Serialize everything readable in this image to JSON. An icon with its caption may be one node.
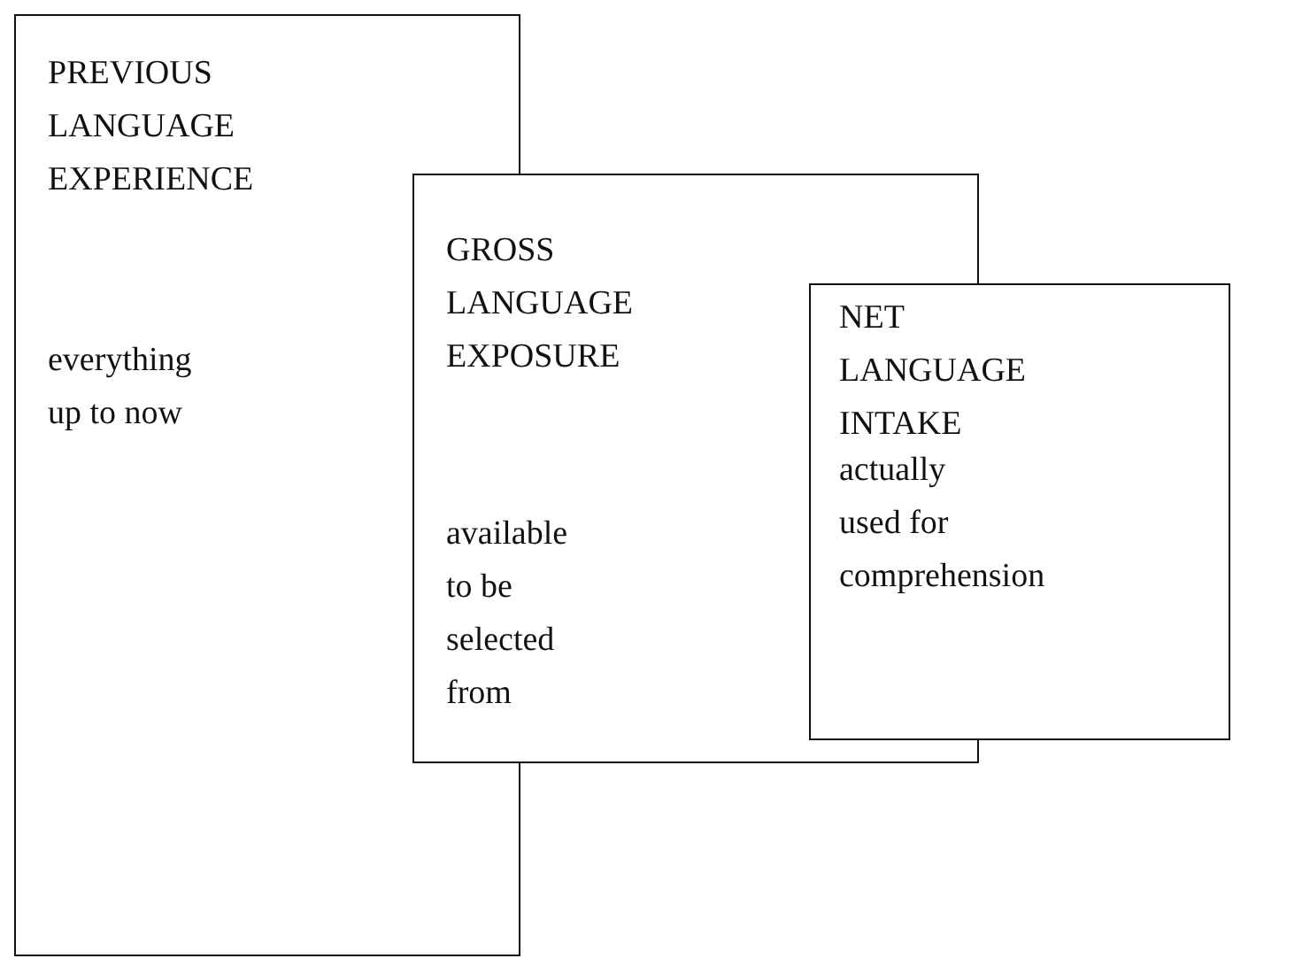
{
  "diagram": {
    "nodes": [
      {
        "text": [
          "PREVIOUS LANGUAGE EXPERIENCE",
          "everything up to now"
        ]
      },
      {
        "text": [
          "GROSS LANGUAGE EXPOSURE",
          "available to be selected from"
        ]
      },
      {
        "text": [
          "NET LANGUAGE INTAKE",
          "actually used for comprehension"
        ]
      }
    ]
  }
}
